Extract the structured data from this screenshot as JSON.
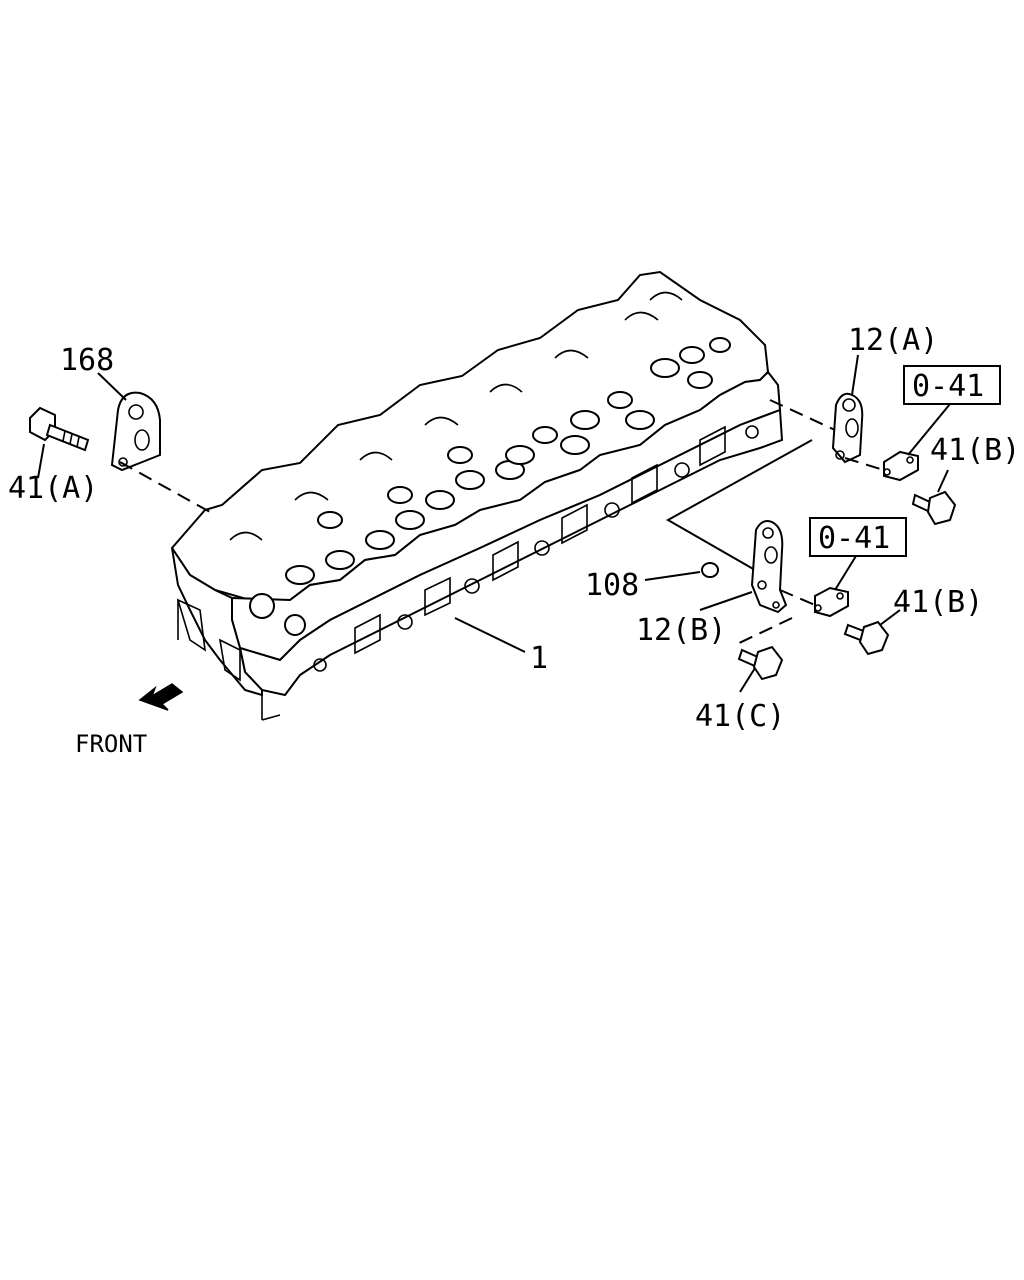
{
  "diagram": {
    "labels": {
      "part_1": "1",
      "part_12a": "12(A)",
      "part_12b": "12(B)",
      "part_41a": "41(A)",
      "part_41b_top": "41(B)",
      "part_41b_bottom": "41(B)",
      "part_41c": "41(C)",
      "part_108": "108",
      "part_168": "168",
      "ref_box_top": "0-41",
      "ref_box_bottom": "0-41",
      "front": "FRONT"
    },
    "colors": {
      "ink": "#000000",
      "background": "#ffffff"
    },
    "icons": {
      "front_arrow": "arrow-down-left-icon"
    }
  }
}
